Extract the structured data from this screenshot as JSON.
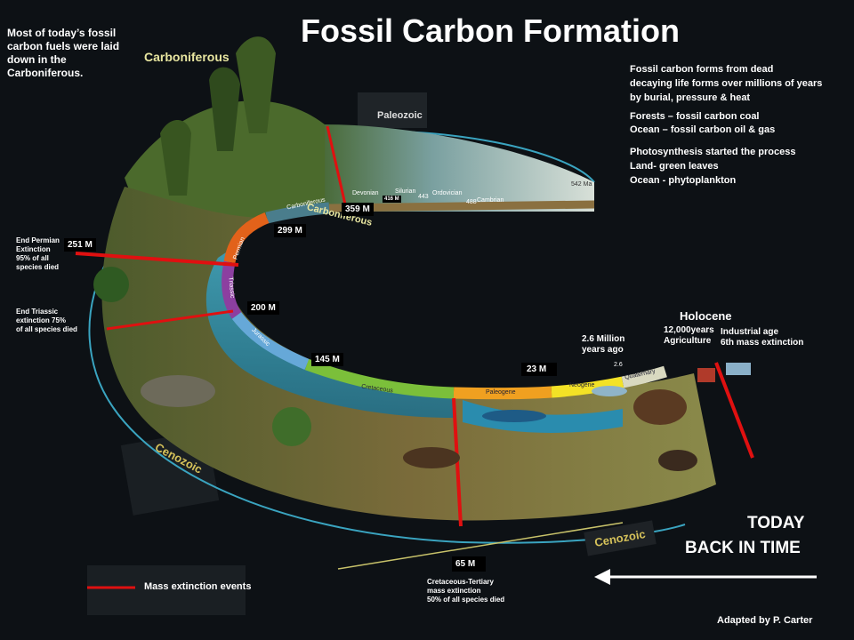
{
  "title": "Fossil Carbon Formation",
  "top_left_note": [
    "Most of today’s fossil",
    "carbon fuels were laid",
    "down in the",
    "Carboniferous."
  ],
  "carboniferous_heading": "Carboniferous",
  "right_notes": {
    "formation": [
      "Fossil carbon forms from dead",
      "decaying life forms over millions of years",
      "by burial,  pressure & heat"
    ],
    "sources": [
      "Forests – fossil carbon coal",
      "Ocean – fossil carbon oil & gas"
    ],
    "photosynthesis": [
      "Photosynthesis  started the process",
      "Land- green leaves",
      "Ocean - phytoplankton"
    ]
  },
  "eras": {
    "paleozoic": "Paleozoic",
    "cenozoic_left": "Cenozoic",
    "cenozoic_bottom": "Cenozoic"
  },
  "periods": {
    "carboniferous": "Carboniferous",
    "devonian": "Devonian",
    "silurian": "Silurian",
    "ordovician": "Ordovician",
    "cambrian": "Cambrian",
    "permian": "Permian",
    "triassic": "Triassic",
    "jurassic": "Jurassic",
    "cretaceous": "Cretaceous",
    "paleogene": "Paleogene",
    "neogene": "Neogene",
    "quaternary": "Quaternary",
    "carboniferous_ring": "Carboniferous"
  },
  "ages": {
    "m542": "542 Ma",
    "m488": "488",
    "m443": "443",
    "m416": "416 M",
    "m359": "359 M",
    "m299": "299 M",
    "m251": "251 M",
    "m200": "200 M",
    "m145": "145 M",
    "m65": "65 M",
    "m23": "23  M",
    "m2_6": "2.6"
  },
  "extinctions": {
    "permian": [
      "End Permian",
      "Extinction",
      "95% of all",
      "species died"
    ],
    "triassic": [
      "End Triassic",
      "extinction 75%",
      "of all  species died"
    ],
    "kt": [
      "Cretaceous-Tertiary",
      " mass extinction",
      "50% of all species died"
    ]
  },
  "recent": {
    "two_six": [
      "2.6 Million",
      "years ago"
    ],
    "holocene": "Holocene",
    "agriculture": [
      "12,000years",
      "Agriculture"
    ],
    "industrial": [
      "Industrial age",
      "6th mass extinction"
    ]
  },
  "today": "TODAY",
  "back_in_time": "BACK IN TIME",
  "legend": "Mass  extinction events",
  "credit": "Adapted by P. Carter",
  "colors": {
    "background": "#0d1115",
    "extinction_line": "#e01010",
    "ring_edge": "#3aa4c0",
    "carboniferous": "#4a7d8c",
    "permian": "#e2621a",
    "triassic": "#8c3fa0",
    "jurassic": "#66a8d8",
    "cretaceous": "#7bbf3a",
    "paleogene": "#f0a020",
    "neogene": "#f3e226",
    "quaternary": "#d9d9c0"
  }
}
